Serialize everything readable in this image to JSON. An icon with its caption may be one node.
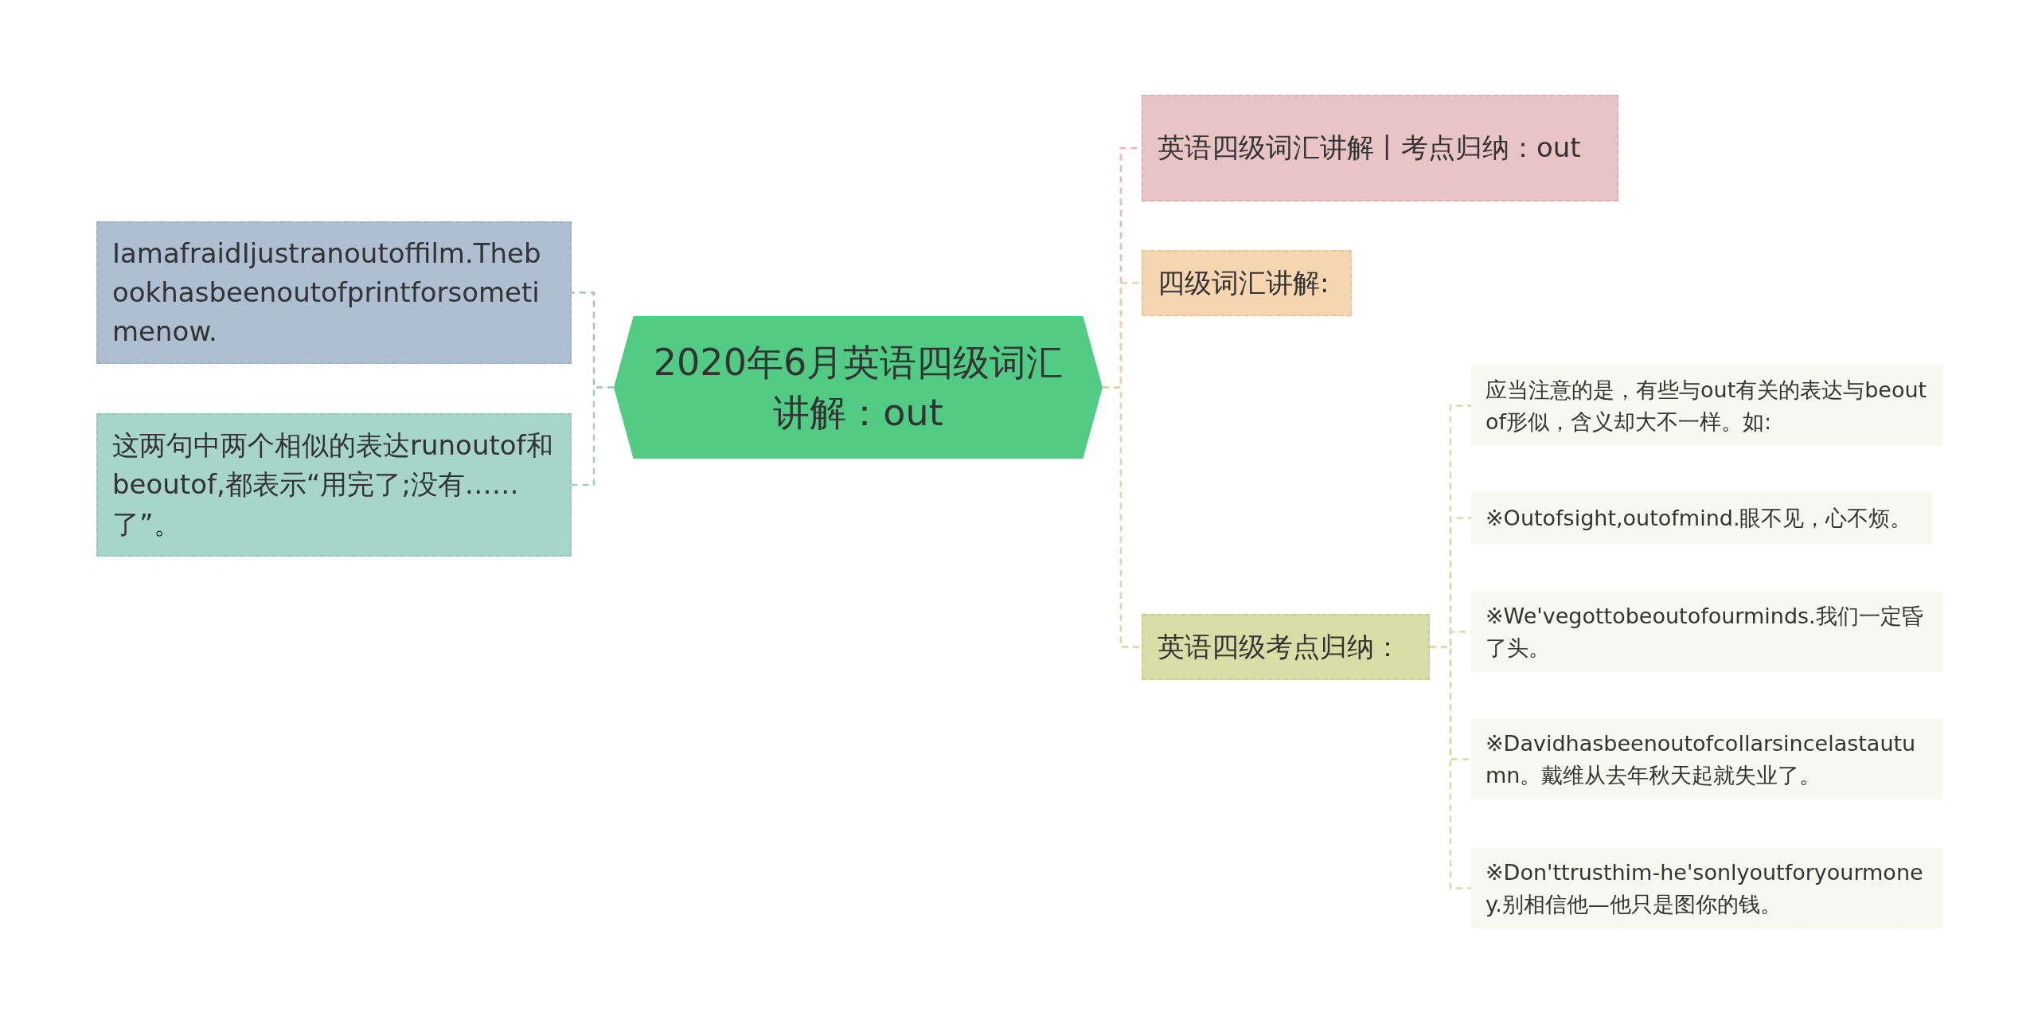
{
  "diagram": {
    "nodes": [
      {
        "text": [
          "2020年6月英语四级词汇讲解：out"
        ]
      },
      {
        "text": [
          "IamafraidIjustranoutoffilm.Thebookhasbeenoutofprintforsometimenow."
        ]
      },
      {
        "text": [
          "这两句中两个相似的表达runoutof和beoutof,都表示“用完了;没有……了”。"
        ]
      },
      {
        "text": [
          "英语四级词汇讲解丨考点归纳：out"
        ]
      },
      {
        "text": [
          "四级词汇讲解:"
        ]
      },
      {
        "text": [
          "英语四级考点归纳："
        ]
      },
      {
        "text": [
          "应当注意的是，有些与out有关的表达与beoutof形似，含义却大不一样。如:"
        ]
      },
      {
        "text": [
          "※Outofsight,outofmind.眼不见，心不烦。"
        ]
      },
      {
        "text": [
          "※We'vegottobeoutofourminds.我们一定昏了头。"
        ]
      },
      {
        "text": [
          "※Davidhasbeenoutofcollarsincelastautumn。戴维从去年秋天起就失业了。"
        ]
      },
      {
        "text": [
          "※Don'ttrusthim-he'sonlyoutforyourmoney.别相信他—他只是图你的钱。"
        ]
      }
    ],
    "edges": [
      {
        "from": 0,
        "to": 1,
        "arrow": "none",
        "style": "dashed",
        "color": "#a9bfcc"
      },
      {
        "from": 0,
        "to": 2,
        "arrow": "none",
        "style": "dashed",
        "color": "#a3cfc4"
      },
      {
        "from": 0,
        "to": 3,
        "arrow": "none",
        "style": "dashed",
        "color": "#e8b4b8"
      },
      {
        "from": 0,
        "to": 4,
        "arrow": "none",
        "style": "dashed",
        "color": "#f2cfa0"
      },
      {
        "from": 0,
        "to": 5,
        "arrow": "none",
        "style": "dashed",
        "color": "#d3d9a0"
      },
      {
        "from": 5,
        "to": 6,
        "arrow": "none",
        "style": "dashed",
        "color": "#d8dba8"
      },
      {
        "from": 5,
        "to": 7,
        "arrow": "none",
        "style": "dashed",
        "color": "#d8dba8"
      },
      {
        "from": 5,
        "to": 8,
        "arrow": "none",
        "style": "dashed",
        "color": "#d8dba8"
      },
      {
        "from": 5,
        "to": 9,
        "arrow": "none",
        "style": "dashed",
        "color": "#d8dba8"
      },
      {
        "from": 5,
        "to": 10,
        "arrow": "none",
        "style": "dashed",
        "color": "#d8dba8"
      }
    ]
  }
}
